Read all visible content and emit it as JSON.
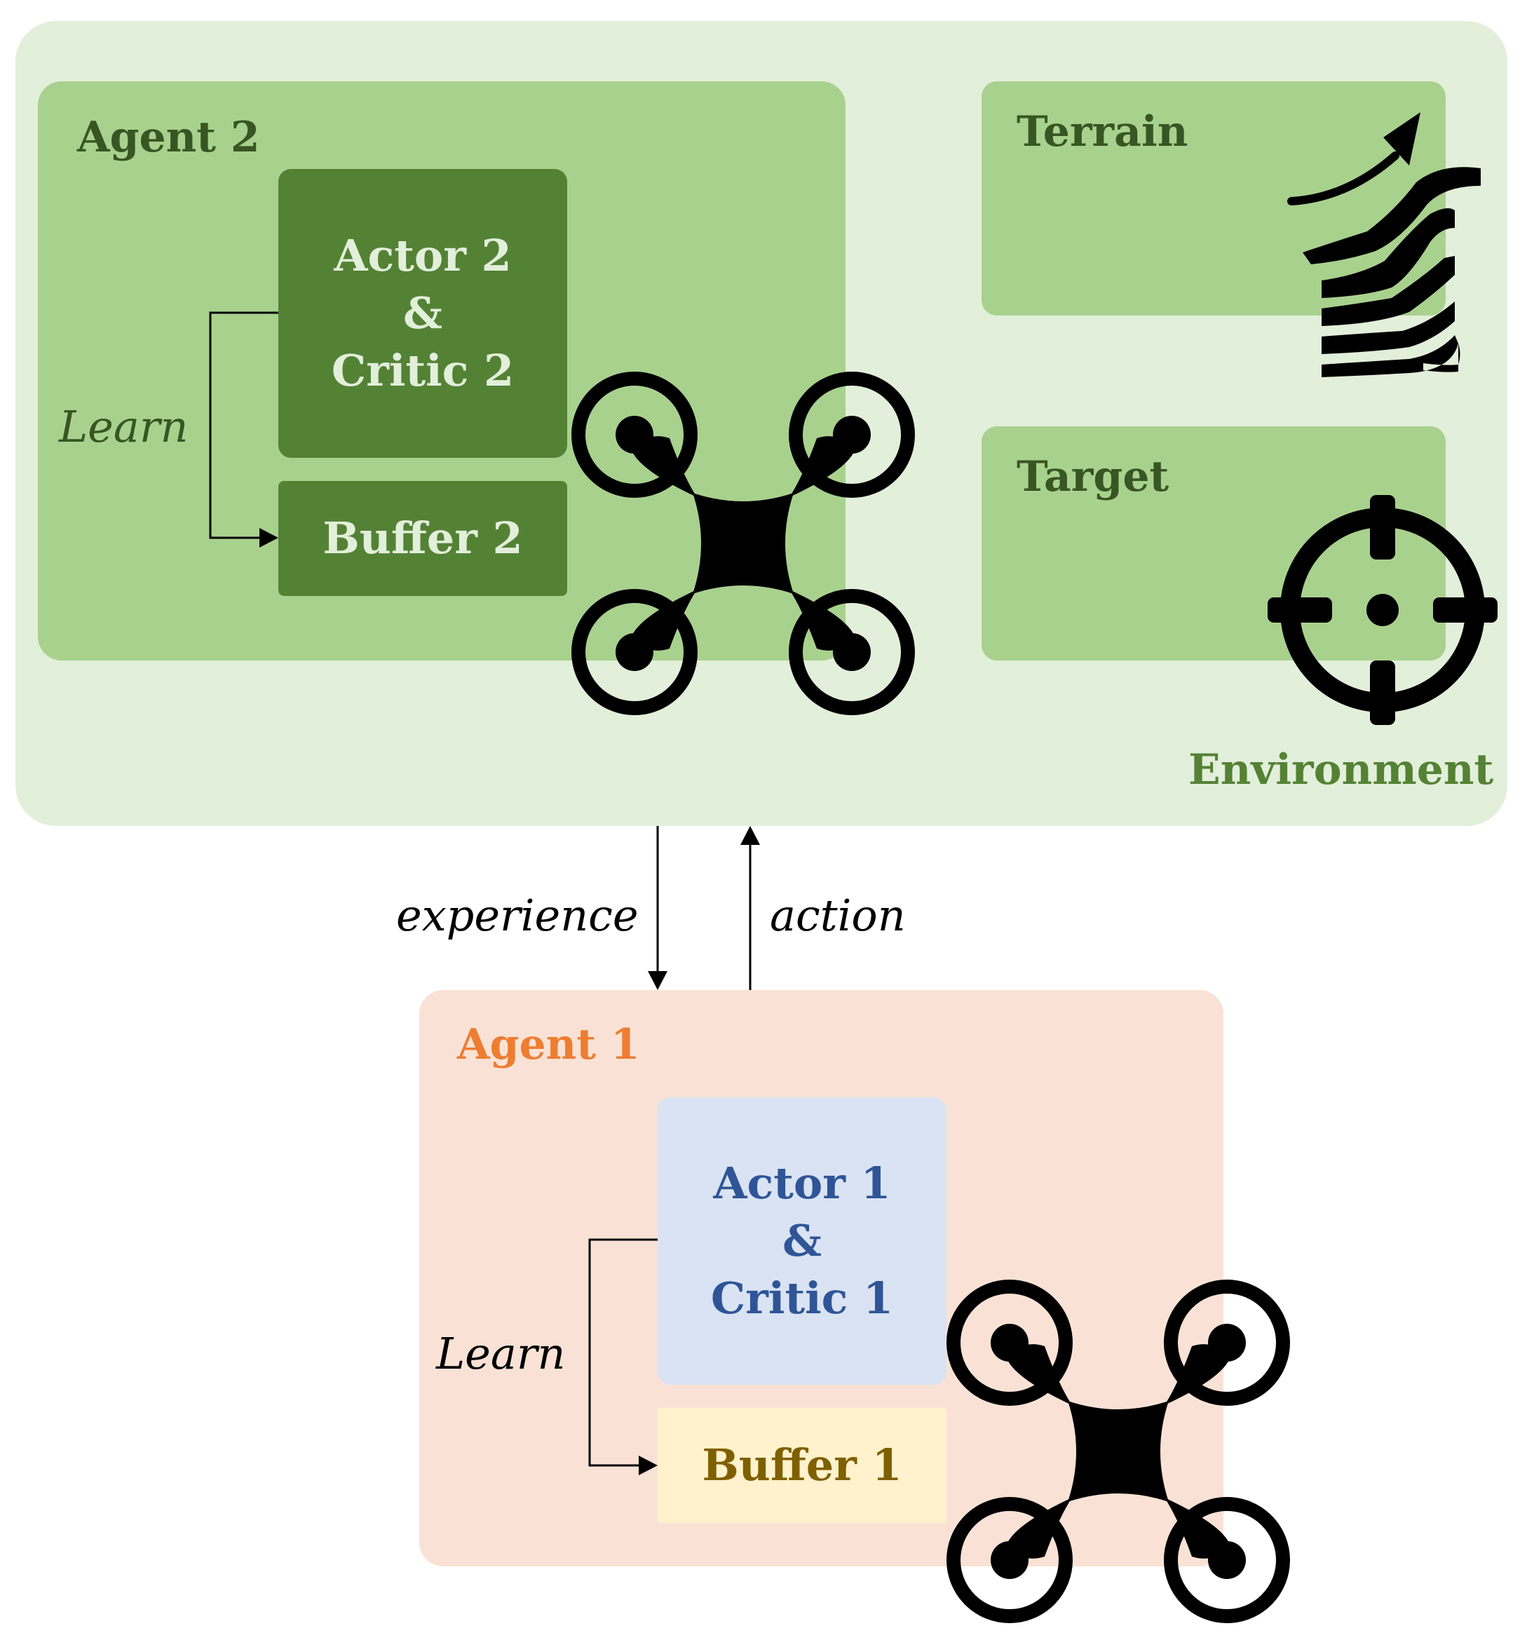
{
  "environment": {
    "label": "Environment",
    "terrain_label": "Terrain",
    "target_label": "Target"
  },
  "agent2": {
    "title": "Agent 2",
    "actor_critic": [
      "Actor 2",
      "&",
      "Critic 2"
    ],
    "buffer": "Buffer 2",
    "learn": "Learn"
  },
  "agent1": {
    "title": "Agent 1",
    "actor_critic": [
      "Actor 1",
      "&",
      "Critic 1"
    ],
    "buffer": "Buffer 1",
    "learn": "Learn"
  },
  "arrows": {
    "experience": "experience",
    "action": "action"
  },
  "icons": [
    "drone-icon",
    "terrain-icon",
    "target-icon"
  ],
  "colors": {
    "environment_bg": "#e2efda",
    "agent2_bg": "#a9d18e",
    "agent2_blocks": "#548235",
    "agent1_bg": "#f9e2d5",
    "agent1_actor_critic": "#dae3f3",
    "agent1_buffer": "#fff2cc",
    "agent1_title": "#ed7d31"
  }
}
